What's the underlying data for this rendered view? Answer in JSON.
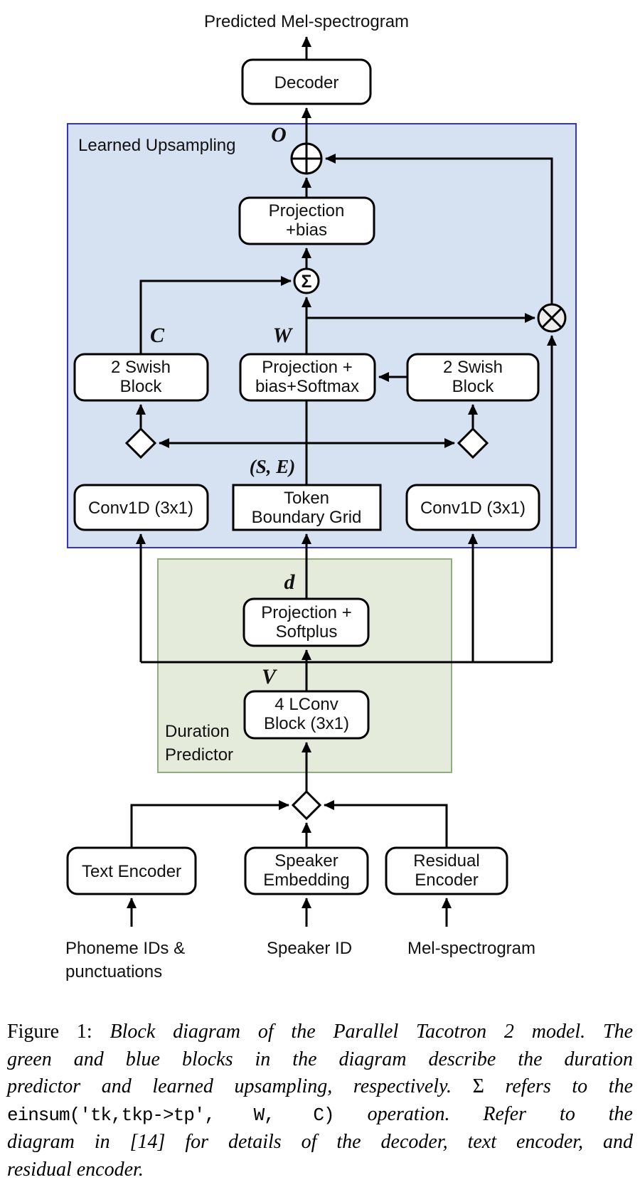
{
  "colors": {
    "blue_fill": "#d6e1f2",
    "blue_border": "#3232cd",
    "blue_text": "#2222e0",
    "green_fill": "#dfe8d5",
    "green_border": "#8fae7c",
    "green_text": "#67914f",
    "line": "#000000",
    "box_fill": "#ffffff",
    "otimes_fill": "#ededed"
  },
  "top": {
    "output_label": "Predicted Mel-spectrogram",
    "decoder": "Decoder"
  },
  "upsampling": {
    "region_label": "Learned Upsampling",
    "vars": {
      "o": "O",
      "c": "C",
      "w": "W",
      "se": "(S, E)",
      "sum": "Σ"
    },
    "boxes": {
      "projection_bias": [
        "Projection",
        "+bias"
      ],
      "swish_left": [
        "2 Swish",
        "Block"
      ],
      "projection_bias_softmax": [
        "Projection +",
        "bias+Softmax"
      ],
      "swish_right": [
        "2 Swish",
        "Block"
      ],
      "conv1d_left": "Conv1D (3x1)",
      "token_boundary_grid": [
        "Token",
        "Boundary Grid"
      ],
      "conv1d_right": "Conv1D (3x1)"
    }
  },
  "duration": {
    "region_label": [
      "Duration",
      "Predictor"
    ],
    "vars": {
      "d": "d",
      "v": "V"
    },
    "boxes": {
      "projection_softplus": [
        "Projection +",
        "Softplus"
      ],
      "lconv": [
        "4 LConv",
        "Block (3x1)"
      ]
    }
  },
  "encoders": {
    "text": "Text Encoder",
    "speaker": [
      "Speaker",
      "Embedding"
    ],
    "residual": [
      "Residual",
      "Encoder"
    ]
  },
  "inputs": {
    "phoneme": [
      "Phoneme IDs &",
      "punctuations"
    ],
    "speaker": "Speaker ID",
    "mel": "Mel-spectrogram"
  },
  "caption": {
    "figure_label": "Figure 1:",
    "line1": "Block diagram of the Parallel Tacotron 2 model. The",
    "line2": "green and blue blocks in the diagram describe the duration",
    "line3a": "predictor and learned upsampling, respectively.",
    "line3b": "Σ",
    "line3c": "refers to the",
    "line4_code": "einsum('tk,tkp->tp', W, C)",
    "line4": "operation. Refer to the",
    "line5": "diagram in [14] for details of the decoder, text encoder, and",
    "line6": "residual encoder."
  }
}
